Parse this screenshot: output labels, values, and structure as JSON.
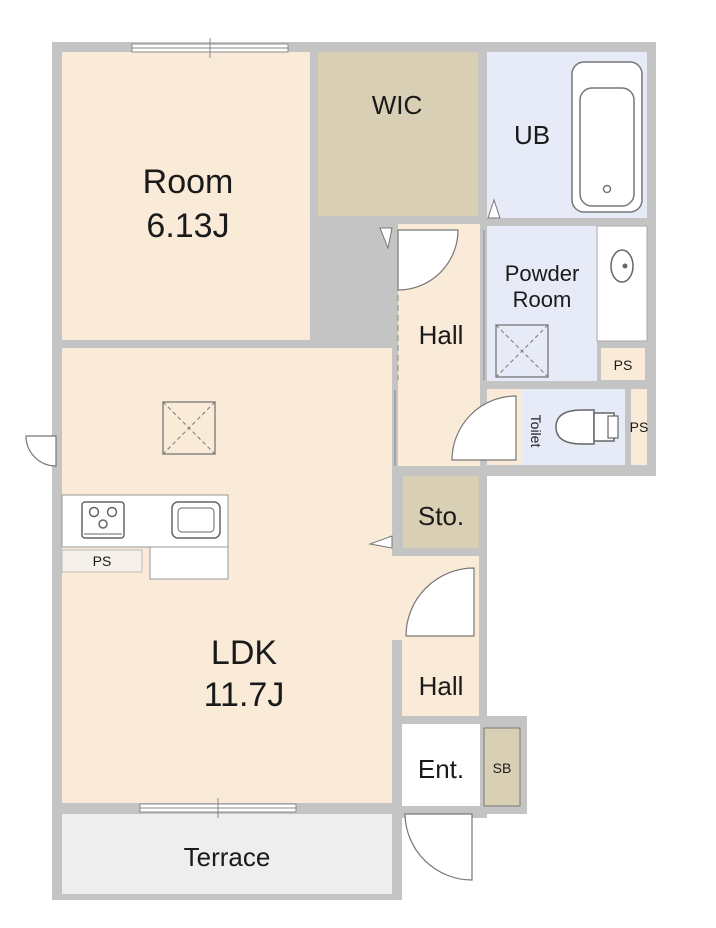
{
  "rooms": {
    "room": {
      "name": "Room",
      "size": "6.13J"
    },
    "wic": {
      "name": "WIC"
    },
    "ub": {
      "name": "UB"
    },
    "powder": {
      "line1": "Powder",
      "line2": "Room"
    },
    "hall_upper": {
      "name": "Hall"
    },
    "toilet": {
      "name": "Toilet"
    },
    "ps_powder": {
      "name": "PS"
    },
    "ps_toilet": {
      "name": "PS"
    },
    "ps_kitchen": {
      "name": "PS"
    },
    "storage": {
      "name": "Sto."
    },
    "ldk": {
      "name": "LDK",
      "size": "11.7J"
    },
    "hall_lower": {
      "name": "Hall"
    },
    "entrance": {
      "name": "Ent."
    },
    "shoe_box": {
      "name": "SB"
    },
    "terrace": {
      "name": "Terrace"
    }
  },
  "colors": {
    "floor": "#f9ebd8",
    "closet": "#d9cfb5",
    "wet_area": "#e6ebf7",
    "wall": "#c4c4c4",
    "terrace": "#eeeeee",
    "entrance": "#ffffff"
  },
  "icons": {
    "skylight": "x-box-icon",
    "stove": "stove-icon",
    "sink": "sink-icon",
    "bathtub": "bathtub-icon",
    "wash_basin": "wash-basin-icon",
    "toilet": "toilet-icon"
  }
}
